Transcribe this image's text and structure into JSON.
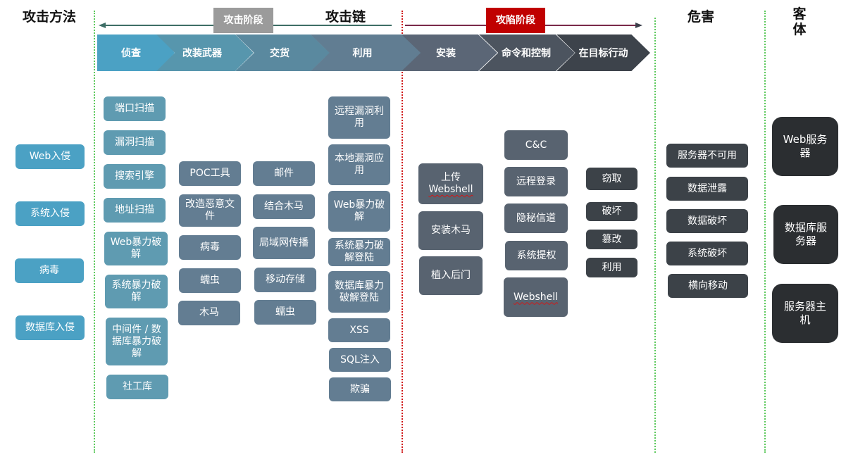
{
  "headers": {
    "methods": "攻击方法",
    "chain": "攻击链",
    "harm": "危害",
    "target": "客体"
  },
  "phases": {
    "attack": "攻击阶段",
    "compromise": "攻陷阶段"
  },
  "chain_steps": [
    "侦查",
    "改装武器",
    "交货",
    "利用",
    "安装",
    "命令和控制",
    "在目标行动"
  ],
  "methods": [
    "Web入侵",
    "系统入侵",
    "病毒",
    "数据库入侵"
  ],
  "recon": [
    "端口扫描",
    "漏洞扫描",
    "搜索引擎",
    "地址扫描",
    "Web暴力破解",
    "系统暴力破解",
    "中间件 / 数据库暴力破解",
    "社工库"
  ],
  "weaponize": [
    "POC工具",
    "改造恶意文件",
    "病毒",
    "蠕虫",
    "木马"
  ],
  "delivery": [
    "邮件",
    "结合木马",
    "局域网传播",
    "移动存储",
    "蠕虫"
  ],
  "exploit": [
    "远程漏洞利用",
    "本地漏洞应用",
    "Web暴力破解",
    "系统暴力破解登陆",
    "数据库暴力破解登陆",
    "XSS",
    "SQL注入",
    "欺骗"
  ],
  "install": [
    "上传Webshell",
    "安装木马",
    "植入后门"
  ],
  "c2": [
    "C&C",
    "远程登录",
    "隐秘信道",
    "系统提权",
    "Webshell"
  ],
  "actions": [
    "窃取",
    "破坏",
    "篡改",
    "利用"
  ],
  "harms": [
    "服务器不可用",
    "数据泄露",
    "数据破坏",
    "系统破坏",
    "横向移动"
  ],
  "targets": [
    "Web服务器",
    "数据库服务器",
    "服务器主机"
  ]
}
